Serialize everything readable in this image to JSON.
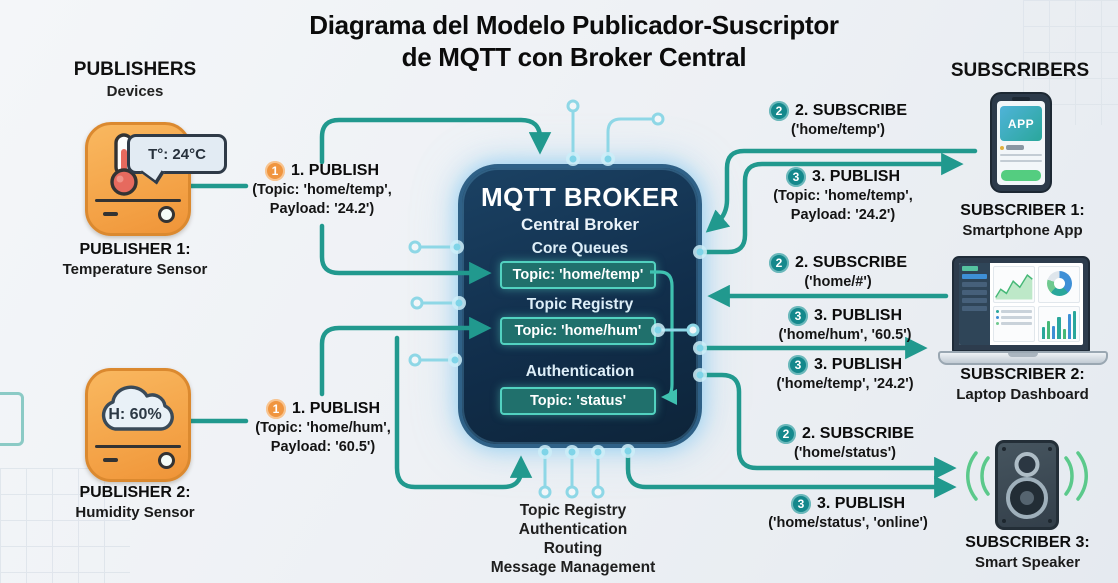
{
  "title": {
    "line1": "Diagrama del Modelo Publicador-Suscriptor",
    "line2": "de MQTT con Broker Central"
  },
  "publishers": {
    "header": "PUBLISHERS",
    "subheader": "Devices",
    "p1": {
      "name": "PUBLISHER 1:",
      "type": "Temperature Sensor",
      "reading": "T°: 24°C"
    },
    "p2": {
      "name": "PUBLISHER 2:",
      "type": "Humidity Sensor",
      "reading": "H: 60%"
    }
  },
  "broker": {
    "title": "MQTT BROKER",
    "subtitle": "Central Broker",
    "sections": {
      "s1": {
        "label": "Core Queues",
        "topic": "Topic: 'home/temp'"
      },
      "s2": {
        "label": "Topic Registry",
        "topic": "Topic: 'home/hum'"
      },
      "s3": {
        "label": "Authentication",
        "topic": "Topic: 'status'"
      }
    },
    "functions": [
      "Topic Registry",
      "Authentication",
      "Routing",
      "Message Management"
    ]
  },
  "subscribers": {
    "header": "SUBSCRIBERS",
    "s1": {
      "name": "SUBSCRIBER 1:",
      "type": "Smartphone App",
      "app_label": "APP"
    },
    "s2": {
      "name": "SUBSCRIBER 2:",
      "type": "Laptop Dashboard"
    },
    "s3": {
      "name": "SUBSCRIBER 3:",
      "type": "Smart Speaker"
    }
  },
  "messages": {
    "pub1": {
      "badge": "1",
      "title": "1. PUBLISH",
      "line2": "(Topic: 'home/temp',",
      "line3": "Payload: '24.2')"
    },
    "pub2": {
      "badge": "1",
      "title": "1. PUBLISH",
      "line2": "(Topic: 'home/hum',",
      "line3": "Payload: '60.5')"
    },
    "sub1_subscribe": {
      "badge": "2",
      "title": "2. SUBSCRIBE",
      "line2": "('home/temp')"
    },
    "sub1_publish": {
      "badge": "3",
      "title": "3. PUBLISH",
      "line2": "(Topic: 'home/temp',",
      "line3": "Payload: '24.2')"
    },
    "sub2_subscribe": {
      "badge": "2",
      "title": "2. SUBSCRIBE",
      "line2": "('home/#')"
    },
    "sub2_publish_hum": {
      "badge": "3",
      "title": "3. PUBLISH",
      "line2": "('home/hum', '60.5')"
    },
    "sub2_publish_temp": {
      "badge": "3",
      "title": "3. PUBLISH",
      "line2": "('home/temp', '24.2')"
    },
    "sub3_subscribe": {
      "badge": "2",
      "title": "2. SUBSCRIBE",
      "line2": "('home/status')"
    },
    "sub3_publish": {
      "badge": "3",
      "title": "3. PUBLISH",
      "line2": "('home/status', 'online')"
    }
  },
  "colors": {
    "line_teal": "#21998e",
    "badge_orange": "#f0953f",
    "badge_teal": "#14888c",
    "broker_navy": "#122f4b",
    "topic_fill": "#20706c",
    "topic_border": "#52d2c0",
    "circuit_cyan": "#8ed7e6",
    "device_orange": "#f5a84e",
    "wave_green": "#58c98a"
  }
}
